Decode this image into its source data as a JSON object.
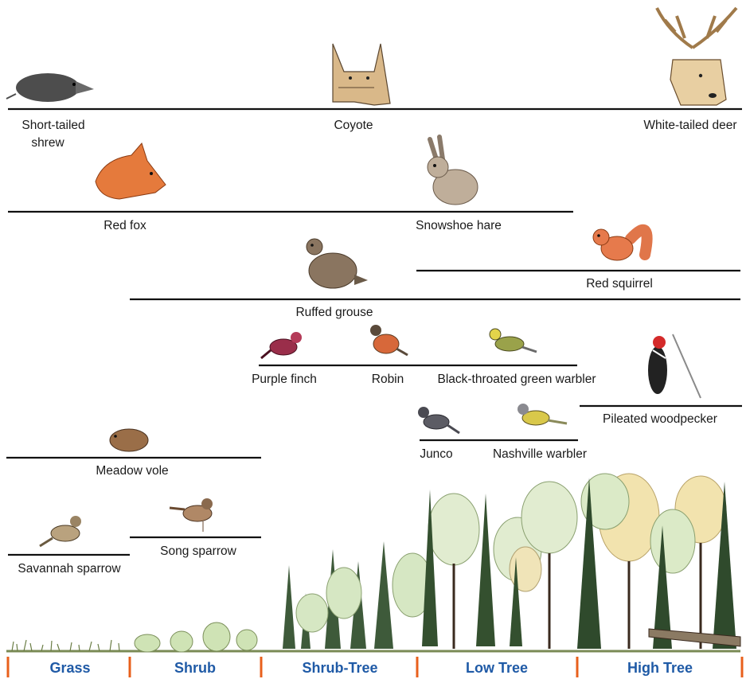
{
  "colors": {
    "stage_text": "#1f5aa6",
    "stage_divider": "#e8601c",
    "range_line": "#111111"
  },
  "species": [
    {
      "key": "shrew",
      "line1": "Short-tailed",
      "line2": "shrew",
      "icon": "shrew-icon"
    },
    {
      "key": "coyote",
      "line1": "Coyote",
      "line2": "",
      "icon": "coyote-icon"
    },
    {
      "key": "deer",
      "line1": "White-tailed deer",
      "line2": "",
      "icon": "deer-icon"
    },
    {
      "key": "fox",
      "line1": "Red fox",
      "line2": "",
      "icon": "fox-icon"
    },
    {
      "key": "hare",
      "line1": "Snowshoe hare",
      "line2": "",
      "icon": "hare-icon"
    },
    {
      "key": "squirrel",
      "line1": "Red squirrel",
      "line2": "",
      "icon": "squirrel-icon"
    },
    {
      "key": "grouse",
      "line1": "Ruffed grouse",
      "line2": "",
      "icon": "grouse-icon"
    },
    {
      "key": "finch",
      "line1": "Purple finch",
      "line2": "",
      "icon": "finch-icon"
    },
    {
      "key": "robin",
      "line1": "Robin",
      "line2": "",
      "icon": "robin-icon"
    },
    {
      "key": "btgw",
      "line1": "Black-throated green warbler",
      "line2": "",
      "icon": "warbler-icon"
    },
    {
      "key": "woodpecker",
      "line1": "Pileated woodpecker",
      "line2": "",
      "icon": "woodpecker-icon"
    },
    {
      "key": "junco",
      "line1": "Junco",
      "line2": "",
      "icon": "junco-icon"
    },
    {
      "key": "nashville",
      "line1": "Nashville warbler",
      "line2": "",
      "icon": "nashville-warbler-icon"
    },
    {
      "key": "vole",
      "line1": "Meadow vole",
      "line2": "",
      "icon": "vole-icon"
    },
    {
      "key": "songsparrow",
      "line1": "Song sparrow",
      "line2": "",
      "icon": "song-sparrow-icon"
    },
    {
      "key": "savannah",
      "line1": "Savannah sparrow",
      "line2": "",
      "icon": "savannah-sparrow-icon"
    }
  ],
  "stages": [
    "Grass",
    "Shrub",
    "Shrub-Tree",
    "Low Tree",
    "High Tree"
  ]
}
